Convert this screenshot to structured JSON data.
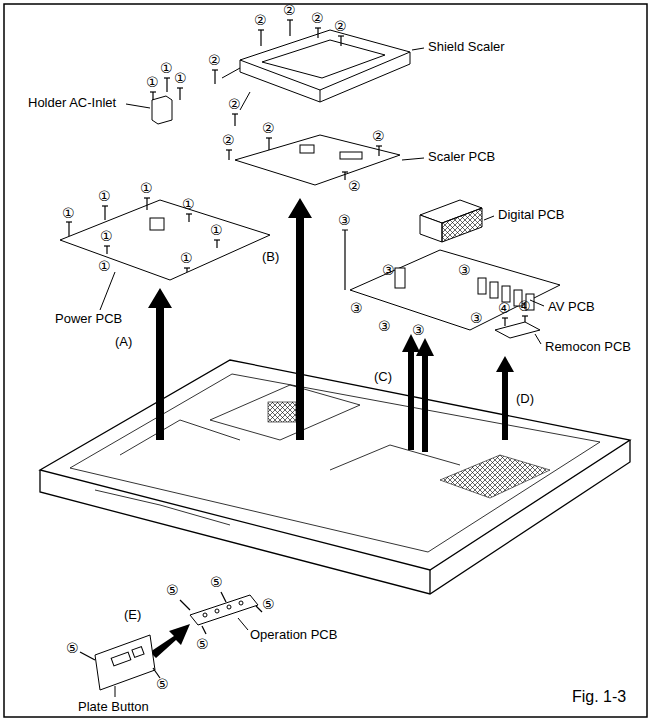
{
  "diagram": {
    "caption": "Fig. 1-3",
    "labels": [
      "②",
      "②",
      "②",
      "②",
      "Shield Scaler",
      "②",
      "②",
      "①",
      "①",
      "①",
      "Holder AC-Inlet",
      "②",
      "②",
      "②",
      "Scaler PCB",
      "②",
      "①",
      "①",
      "①",
      "①",
      "①",
      "①",
      "①",
      "①",
      "③",
      "Digital PCB",
      "(B)",
      "③",
      "③",
      "③",
      "③",
      "③",
      "③",
      "Power PCB",
      "④",
      "④",
      "AV PCB",
      "(A)",
      "(C)",
      "Remocon PCB",
      "(D)",
      "⑤",
      "⑤",
      "⑤",
      "⑤",
      "(E)",
      "⑤",
      "⑤",
      "Operation PCB",
      "Plate Button"
    ]
  }
}
